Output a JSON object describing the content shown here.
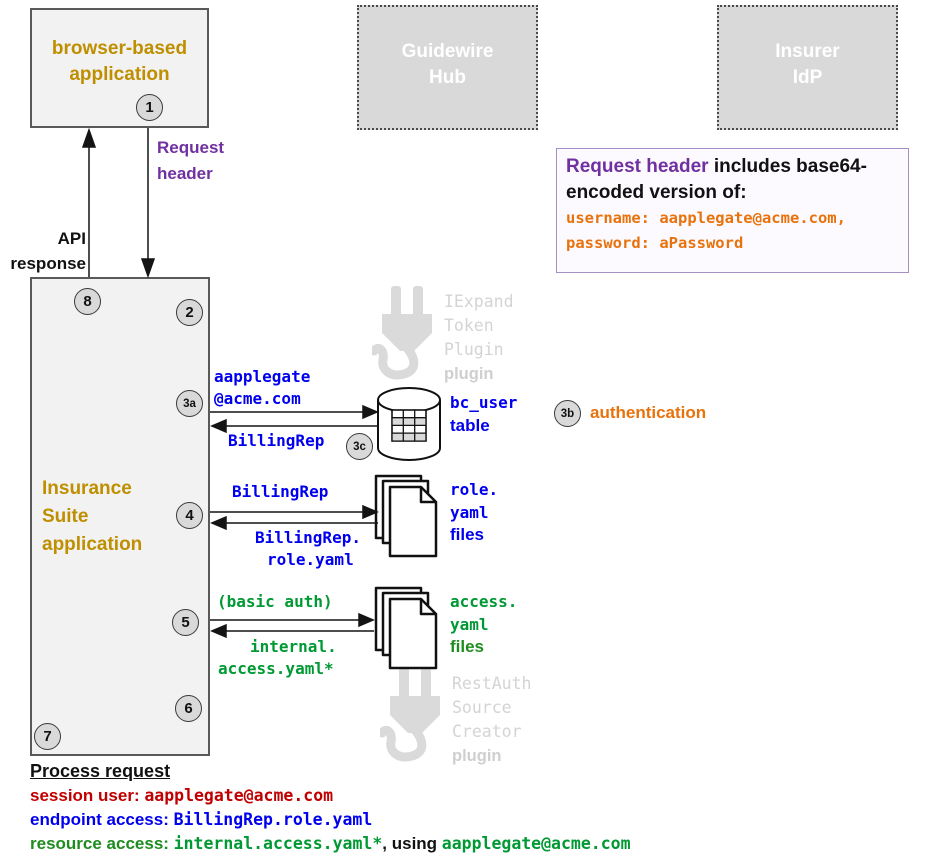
{
  "nodes": {
    "browser": {
      "line1": "browser-based",
      "line2": "application"
    },
    "guidewire_hub": {
      "line1": "Guidewire",
      "line2": "Hub"
    },
    "insurer_idp": {
      "line1": "Insurer",
      "line2": "IdP"
    },
    "insurance_suite": {
      "line1": "Insurance",
      "line2": "Suite",
      "line3": "application"
    }
  },
  "step_badges": {
    "s1": "1",
    "s2": "2",
    "s3a": "3a",
    "s3b": "3b",
    "s3c": "3c",
    "s4": "4",
    "s5": "5",
    "s6": "6",
    "s7": "7",
    "s8": "8"
  },
  "arrow_labels": {
    "request_header_1": "Request",
    "request_header_2": "header",
    "api_response_1": "API",
    "api_response_2": "response",
    "user_to_db_1": "aapplegate",
    "user_to_db_2": "@acme.com",
    "db_return": "BillingRep",
    "role_query": "BillingRep",
    "role_return_1": "BillingRep.",
    "role_return_2": "role.yaml",
    "access_query": "(basic auth)",
    "access_return_1": "internal.",
    "access_return_2": "access.yaml*"
  },
  "resources": {
    "bc_user_name": "bc_user",
    "bc_user_type": "table",
    "role_files_1": "role.",
    "role_files_2": "yaml",
    "role_files_3": "files",
    "access_files_1": "access.",
    "access_files_2": "yaml",
    "access_files_3": "files"
  },
  "plugins": {
    "iexpand_1": "IExpand",
    "iexpand_2": "Token",
    "iexpand_3": "Plugin",
    "iexpand_4": "plugin",
    "restauth_1": "RestAuth",
    "restauth_2": "Source",
    "restauth_3": "Creator",
    "restauth_4": "plugin"
  },
  "annotations": {
    "authentication": "authentication"
  },
  "header_note": {
    "title": "Request header",
    "title_rest": " includes base64-",
    "line2": "encoded version of:",
    "username_line": "username: aapplegate@acme.com,",
    "password_line": "password: aPassword"
  },
  "process_summary": {
    "heading": "Process request",
    "session_label": "session user: ",
    "session_value": "aapplegate@acme.com",
    "endpoint_label": "endpoint access: ",
    "endpoint_value": "BillingRep.role.yaml",
    "resource_label": "resource access: ",
    "resource_value": "internal.access.yaml*",
    "resource_conj": ", using ",
    "resource_user": "aapplegate@acme.com"
  },
  "colors": {
    "accent_gold": "#bf8f00",
    "purple": "#7030a0",
    "orange": "#e8720c",
    "blue": "#0000ee",
    "green_mono": "#009933",
    "green_label": "#1e8c1e",
    "dark_red": "#c00000",
    "box_fill": "#f2f2f2",
    "node_gray": "#d9d9d9",
    "border_gray": "#595959"
  }
}
